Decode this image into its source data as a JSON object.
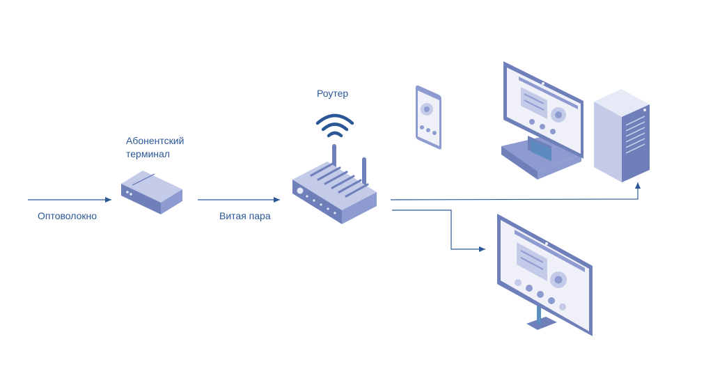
{
  "labels": {
    "fiber": "Оптоволокно",
    "terminal_line1": "Абонентский",
    "terminal_line2": "терминал",
    "twisted_pair": "Витая пара",
    "router": "Роутер"
  },
  "colors": {
    "text": "#2b5797",
    "line": "#2b5797",
    "device_dark": "#6f7fb9",
    "device_mid": "#8e9bd0",
    "device_light": "#c3cbe8",
    "device_pale": "#e6e9f6",
    "screen": "#f0f1f8",
    "accent": "#5a8fc0"
  },
  "icons": {
    "terminal": "ont-box-icon",
    "router": "wifi-router-icon",
    "wifi": "wifi-signal-icon",
    "phone": "smartphone-icon",
    "desktop": "desktop-monitor-icon",
    "tower": "pc-tower-icon",
    "monitor": "monitor-icon"
  }
}
